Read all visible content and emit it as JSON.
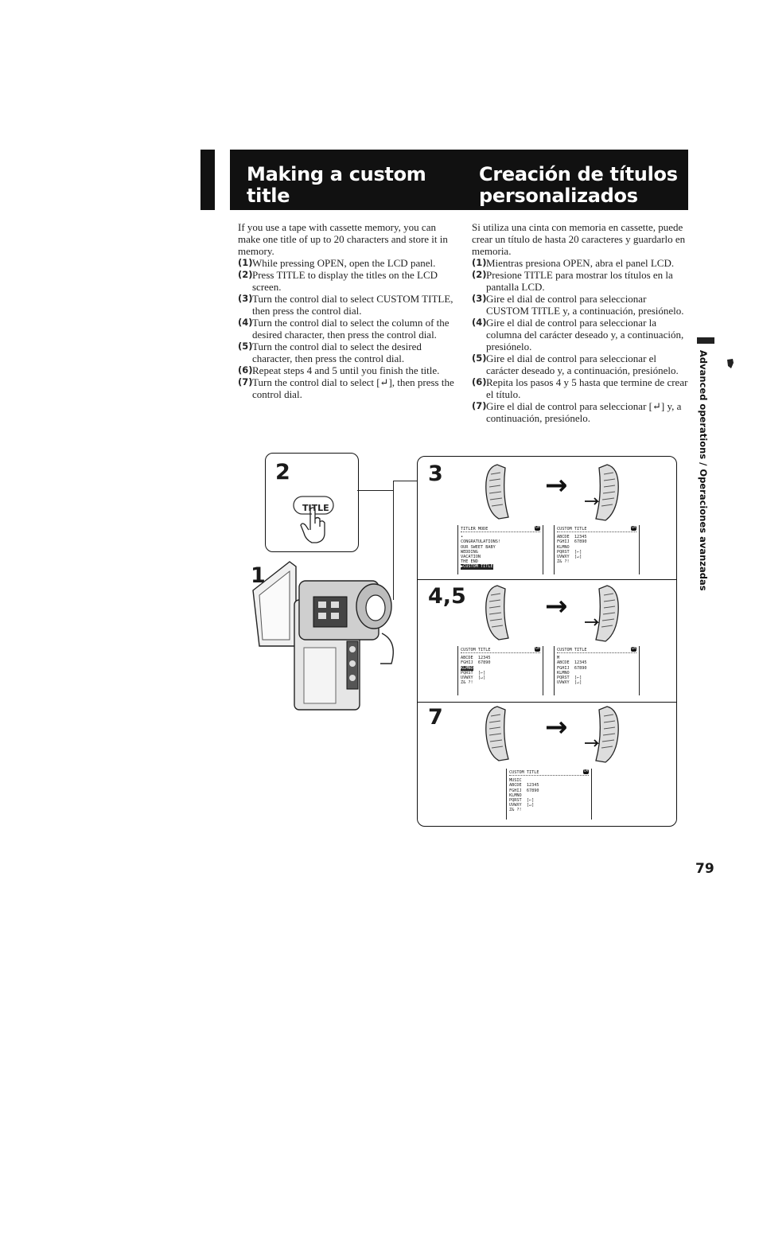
{
  "header": {
    "title_en": "Making a custom\ntitle",
    "title_es": "Creación de títulos\npersonalizados"
  },
  "english": {
    "intro": "If you use a tape with cassette memory, you can make one title of up to 20 characters and store it in memory.",
    "steps": [
      {
        "num": "(1)",
        "text": "While pressing OPEN, open the LCD panel."
      },
      {
        "num": "(2)",
        "text": "Press TITLE to display the titles on the LCD screen."
      },
      {
        "num": "(3)",
        "text": "Turn the control dial to select CUSTOM TITLE, then press the control dial."
      },
      {
        "num": "(4)",
        "text": "Turn the control dial to select the column of the desired character, then press the control dial."
      },
      {
        "num": "(5)",
        "text": "Turn the control dial to select the desired character, then press the control dial."
      },
      {
        "num": "(6)",
        "text": "Repeat steps 4 and 5 until you finish the title."
      },
      {
        "num": "(7)",
        "text": "Turn the control dial to select [↵], then press the control dial."
      }
    ]
  },
  "spanish": {
    "intro": "Si utiliza una cinta con memoria en cassette, puede crear un título de hasta 20 caracteres y guardarlo en memoria.",
    "steps": [
      {
        "num": "(1)",
        "text": "Mientras presiona OPEN, abra el panel LCD."
      },
      {
        "num": "(2)",
        "text": "Presione TITLE para mostrar los títulos en la pantalla LCD."
      },
      {
        "num": "(3)",
        "text": "Gire el dial de control para seleccionar CUSTOM TITLE y, a continuación, presiónelo."
      },
      {
        "num": "(4)",
        "text": "Gire el dial de control para seleccionar la columna del carácter deseado y, a continuación, presiónelo."
      },
      {
        "num": "(5)",
        "text": "Gire el dial de control para seleccionar el carácter deseado y, a continuación, presiónelo."
      },
      {
        "num": "(6)",
        "text": "Repita los pasos 4 y 5 hasta que termine de crear el título."
      },
      {
        "num": "(7)",
        "text": "Gire el dial de control para seleccionar [↵] y, a continuación, presiónelo."
      }
    ]
  },
  "side_tab": "Advanced operations / Operaciones avanzadas",
  "page_number": "79",
  "illustration": {
    "step2_num": "2",
    "step1_num": "1",
    "title_button_label": "TITLE",
    "step3_num": "3",
    "step45_num": "4,5",
    "step7_num": "7",
    "arrow": "→",
    "cm_badge": "CM",
    "screens": {
      "s3a": {
        "title": "TITLER MODE",
        "lines": [
          "•",
          "CONGRATULATIONS!",
          "OUR SWEET BABY",
          "WEDDING",
          "VACATION",
          "THE END"
        ],
        "highlight": "▶CUSTOM TITLE"
      },
      "s3b": {
        "title": "CUSTOM TITLE",
        "lines": [
          "ABCDE  12345",
          "FGHIJ  67890",
          "KLMNO",
          "PQRST  [←]",
          "UVWXY  [↵]",
          "Z& ?!"
        ]
      },
      "s45a": {
        "title": "CUSTOM TITLE",
        "lines": [
          "ABCDE  12345",
          "FGHIJ  67890",
          "KLMNO",
          "PQRST  [←]",
          "UVWXY  [↵]",
          "Z& ?!"
        ]
      },
      "s45b": {
        "title": "CUSTOM TITLE",
        "lines": [
          "M",
          "ABCDE  12345",
          "FGHIJ  67890",
          "KLMNO",
          "PQRST  [←]",
          "UVWXY  [↵]",
          "Z& ?!"
        ]
      },
      "s7": {
        "title": "CUSTOM TITLE",
        "lines": [
          "MUSIC",
          "ABCDE  12345",
          "FGHIJ  67890",
          "KLMNO",
          "PQRST  [←]",
          "UVWXY  [↵]",
          "Z& ?!"
        ]
      }
    }
  }
}
